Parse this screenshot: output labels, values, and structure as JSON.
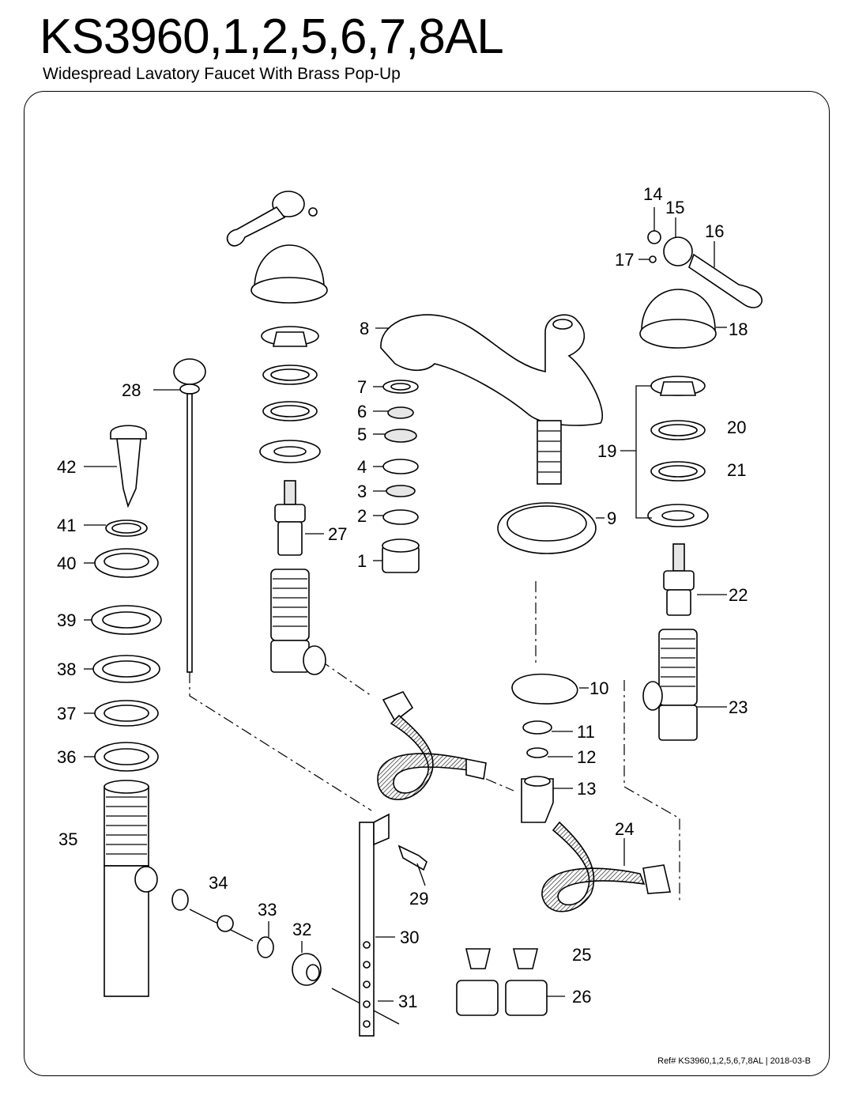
{
  "header": {
    "title": "KS3960,1,2,5,6,7,8AL",
    "subtitle": "Widespread Lavatory Faucet With Brass Pop-Up"
  },
  "footer": {
    "reference": "Ref# KS3960,1,2,5,6,7,8AL | 2018-03-B"
  },
  "callouts": {
    "c1": "1",
    "c2": "2",
    "c3": "3",
    "c4": "4",
    "c5": "5",
    "c6": "6",
    "c7": "7",
    "c8": "8",
    "c9": "9",
    "c10": "10",
    "c11": "11",
    "c12": "12",
    "c13": "13",
    "c14": "14",
    "c15": "15",
    "c16": "16",
    "c17": "17",
    "c18": "18",
    "c19": "19",
    "c20": "20",
    "c21": "21",
    "c22": "22",
    "c23": "23",
    "c24": "24",
    "c25": "25",
    "c26": "26",
    "c27": "27",
    "c28": "28",
    "c29": "29",
    "c30": "30",
    "c31": "31",
    "c32": "32",
    "c33": "33",
    "c34": "34",
    "c35": "35",
    "c36": "36",
    "c37": "37",
    "c38": "38",
    "c39": "39",
    "c40": "40",
    "c41": "41",
    "c42": "42"
  }
}
